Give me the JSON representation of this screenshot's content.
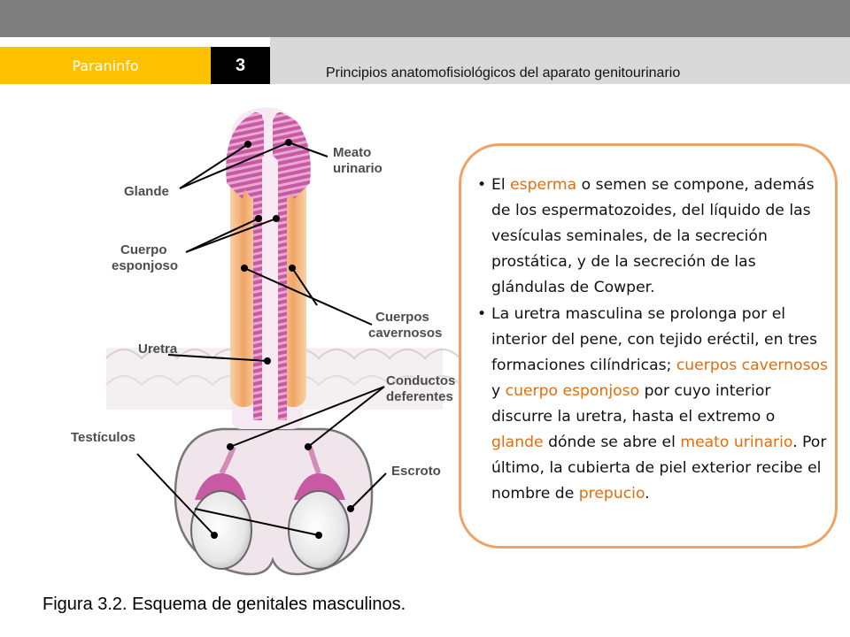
{
  "header": {
    "brand": "Paraninfo",
    "chapter_number": "3",
    "title": "Principios anatomofisiológicos del aparato genitourinario"
  },
  "diagram": {
    "labels": {
      "glande": "Glande",
      "meato_line1": "Meato",
      "meato_line2": "urinario",
      "esponjoso_line1": "Cuerpo",
      "esponjoso_line2": "esponjoso",
      "cavernosos_line1": "Cuerpos",
      "cavernosos_line2": "cavernosos",
      "uretra": "Uretra",
      "conductos_line1": "Conductos",
      "conductos_line2": "deferentes",
      "testiculos": "Testículos",
      "escroto": "Escroto"
    },
    "colors": {
      "pink": "#c75aa3",
      "pink_stripe": "#e9a8d2",
      "orange": "#f0a466",
      "orange_light": "#f8d2a8",
      "testis": "#e8e8e8"
    }
  },
  "textbox": {
    "bullet1": {
      "p1": "El ",
      "h1": "esperma",
      "p2": " o semen se compone, además de los espermatozoides, del líquido de las vesículas seminales, de la secreción prostática, y de la secreción de las glándulas de Cowper."
    },
    "bullet2": {
      "p1": "La uretra masculina se prolonga por el interior del pene, con tejido eréctil, en tres formaciones cilíndricas; ",
      "h1": "cuerpos cavernosos",
      "p2": " y ",
      "h2": "cuerpo esponjoso",
      "p3": " por cuyo interior discurre la uretra, hasta el extremo o ",
      "h3": "glande",
      "p4": " dónde se abre el ",
      "h4": "meato urinario",
      "p5": ". Por último, la cubierta de piel exterior recibe el nombre de ",
      "h5": "prepucio",
      "p6": "."
    },
    "colors": {
      "highlight": "#e46c0a",
      "border": "#f0a266"
    }
  },
  "caption": "Figura 3.2. Esquema de genitales masculinos."
}
